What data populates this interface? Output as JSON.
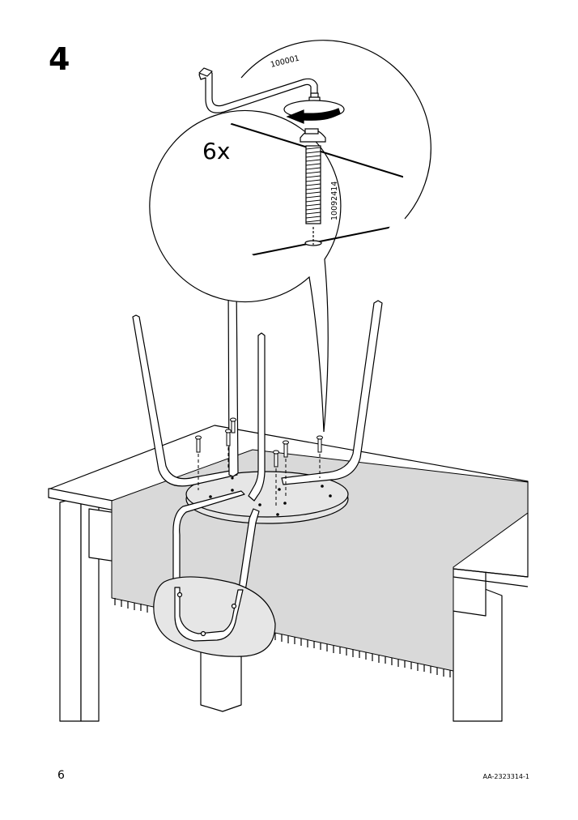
{
  "step": {
    "number": "4"
  },
  "detail": {
    "quantity": "6x",
    "tool_code": "100001",
    "part_code": "10092414"
  },
  "footer": {
    "page_number": "6",
    "document_id": "AA-2323314-1"
  }
}
